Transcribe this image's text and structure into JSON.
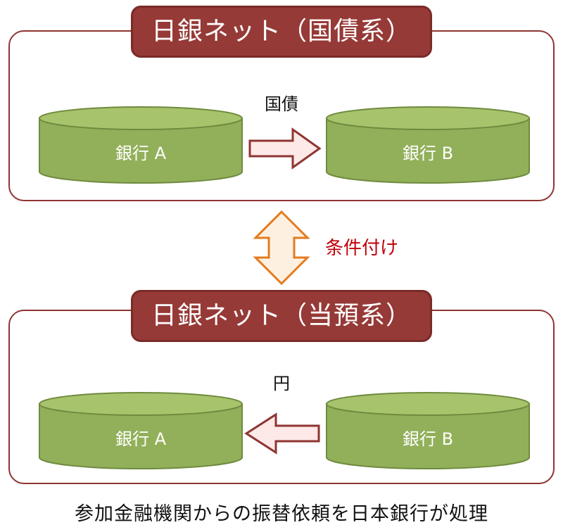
{
  "top_system": {
    "header": "日銀ネット（国債系）",
    "flow_label": "国債",
    "bank_a": "銀行 A",
    "bank_b": "銀行 B"
  },
  "bottom_system": {
    "header": "日銀ネット（当預系）",
    "flow_label": "円",
    "bank_a": "銀行 A",
    "bank_b": "銀行 B"
  },
  "condition_label": "条件付け",
  "caption": "参加金融機関からの振替依頼を日本銀行が処理",
  "colors": {
    "header_fill": "#963a37",
    "panel_border": "#8e3532",
    "drum_fill": "#92b05a",
    "drum_edge": "#6f8a3e",
    "hollow_arrow_fill": "#fde9e7",
    "hollow_arrow_stroke": "#8e3532",
    "double_arrow_fill": "#fdf0e0",
    "double_arrow_stroke": "#e47b1e",
    "condition_text": "#c0000a"
  }
}
